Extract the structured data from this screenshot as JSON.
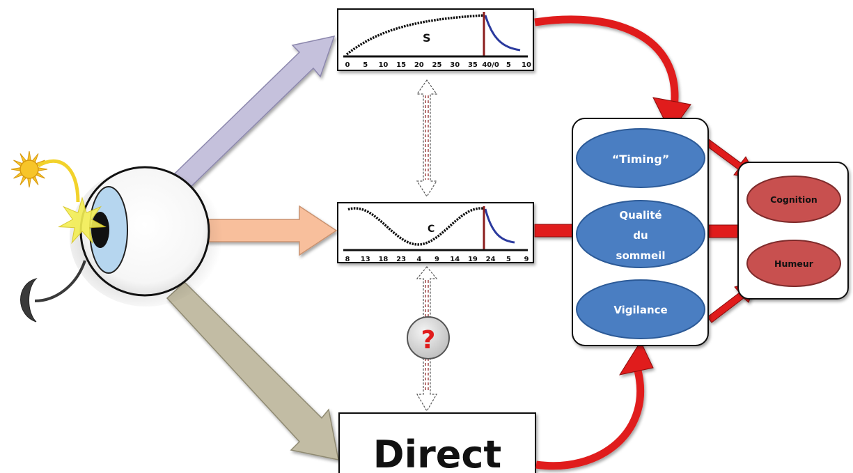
{
  "process_s": {
    "label": "S",
    "ticks": [
      "0",
      "5",
      "10",
      "15",
      "20",
      "25",
      "30",
      "35",
      "40/0",
      "5",
      "10"
    ]
  },
  "process_c": {
    "label": "C",
    "ticks": [
      "8",
      "13",
      "18",
      "23",
      "4",
      "9",
      "14",
      "19",
      "24",
      "5",
      "9"
    ]
  },
  "direct": {
    "label": "Direct"
  },
  "unknown_link": {
    "symbol": "?"
  },
  "effects": {
    "timing": "“Timing”",
    "quality": [
      "Qualité",
      "du",
      "sommeil"
    ],
    "vigilance": "Vigilance"
  },
  "outcomes": {
    "cognition": "Cognition",
    "mood": "Humeur"
  },
  "colors": {
    "effect_oval": "#4a7ec2",
    "outcome_oval": "#c8504f",
    "red_arrow": "#e01b1b",
    "arrow_purple": "#c5c1dc",
    "arrow_orange": "#f8bf9c",
    "arrow_tan": "#c2bca4",
    "sun": "#f7c52a",
    "moon": "#3a3a3a",
    "curve_dark": "#111111",
    "curve_blue": "#2b3a9e",
    "divider": "#8b1d1d"
  }
}
